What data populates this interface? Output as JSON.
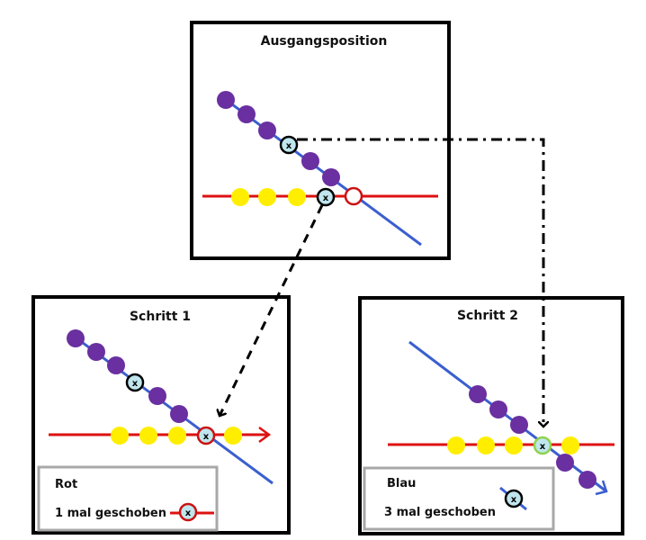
{
  "colors": {
    "purple": "#6a2fa0",
    "yellow": "#ffee00",
    "red_line": "#dd1111",
    "blue_line": "#3b5fcf",
    "marked_fill": "#bfe6ee",
    "green_ring": "#8ed34a",
    "frame": "#000000",
    "legend_border": "#a8a8a8"
  },
  "panels": [
    {
      "id": "start",
      "title": "Ausgangsposition"
    },
    {
      "id": "step1",
      "title": "Schritt 1",
      "legend": {
        "heading": "Rot",
        "text": "1 mal geschoben"
      }
    },
    {
      "id": "step2",
      "title": "Schritt 2",
      "legend": {
        "heading": "Blau",
        "text": "3 mal geschoben"
      }
    }
  ],
  "marker_label": "x"
}
